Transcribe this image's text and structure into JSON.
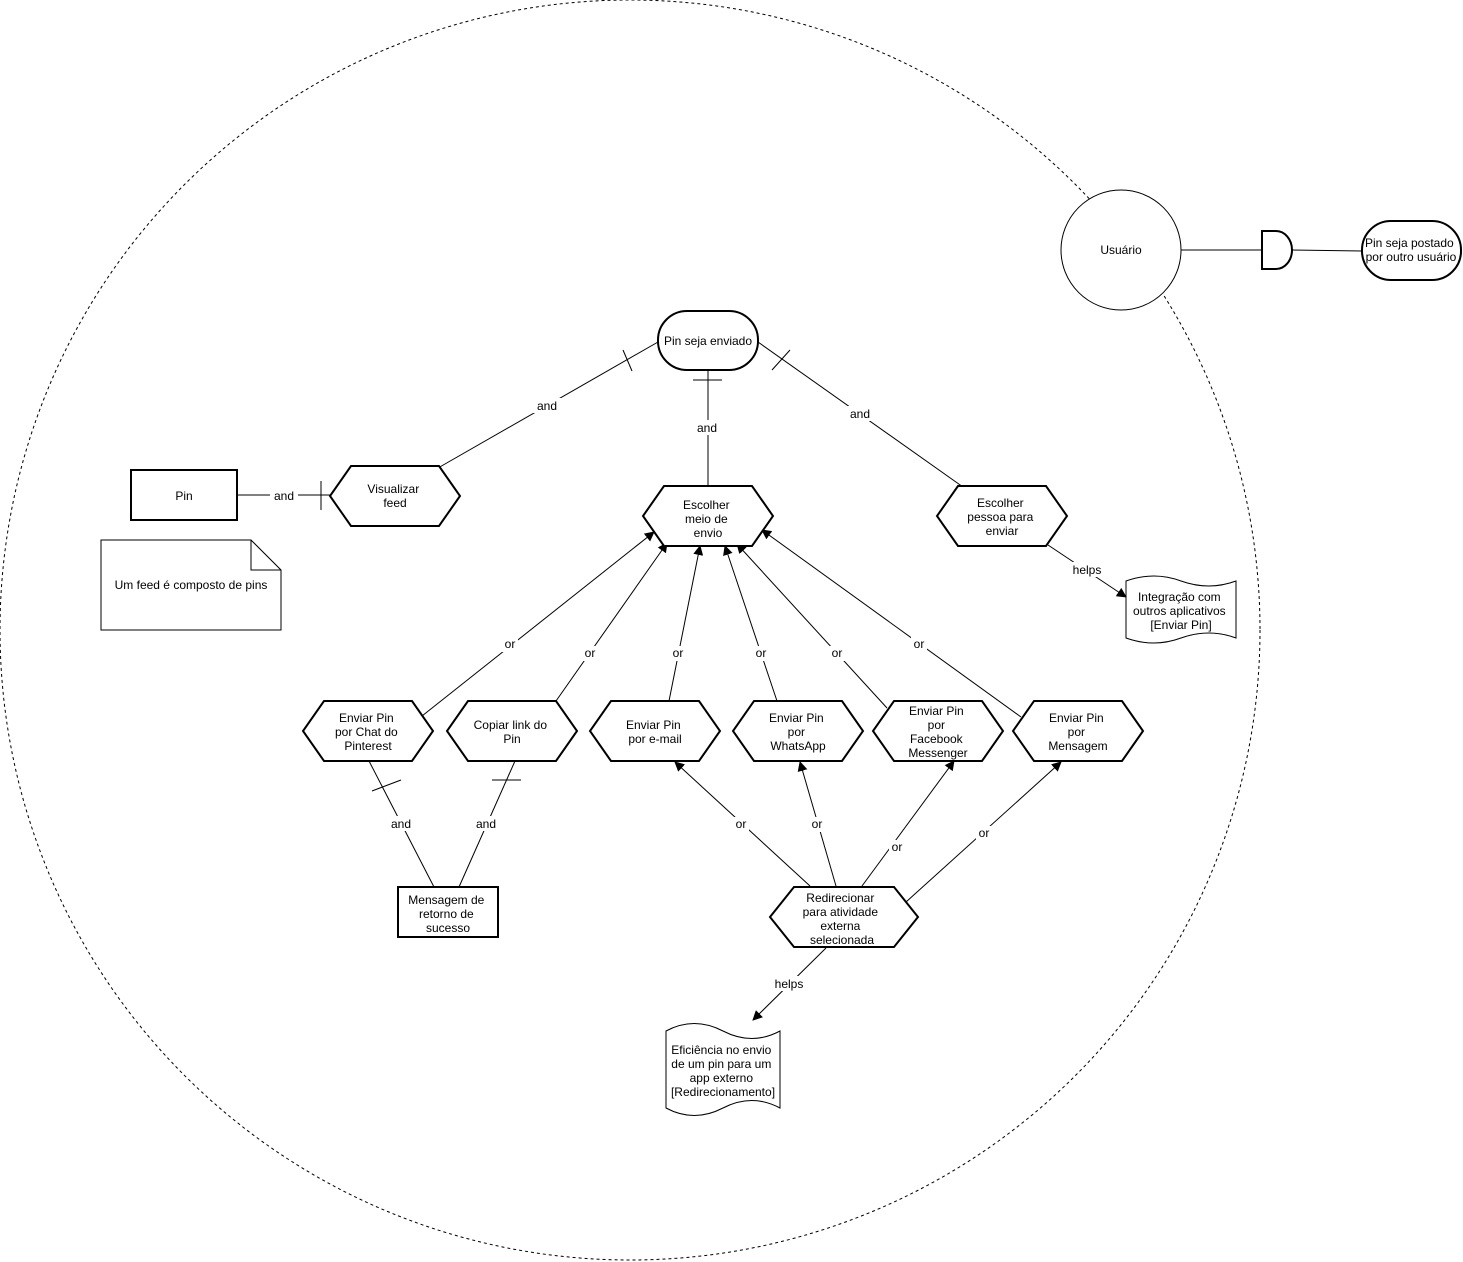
{
  "actor": {
    "name": "Usuário"
  },
  "external_goal": "Pin seja postado por outro usuário",
  "main_goal": "Pin seja enviado",
  "tasks": {
    "visualizar_feed": "Visualizar feed",
    "escolher_meio": "Escolher meio de envio",
    "escolher_pessoa": "Escolher pessoa para enviar",
    "enviar_chat": "Enviar Pin por Chat do Pinterest",
    "copiar_link": "Copiar link do Pin",
    "enviar_email": "Enviar Pin por e-mail",
    "enviar_whatsapp": "Enviar Pin por WhatsApp",
    "enviar_facebook": "Enviar Pin por Facebook Messenger",
    "enviar_mensagem": "Enviar Pin por Mensagem",
    "redirecionar": "Redirecionar para atividade externa selecionada"
  },
  "resources": {
    "pin": "Pin",
    "mensagem_sucesso": "Mensagem de retorno de sucesso"
  },
  "softgoals": {
    "integracao": "Integração com outros aplicativos [Enviar Pin]",
    "eficiencia": "Eficiência no envio de um pin para um app externo [Redirecionamento]"
  },
  "note": "Um feed é composto de pins",
  "link_labels": {
    "and": "and",
    "or": "or",
    "helps": "helps"
  }
}
